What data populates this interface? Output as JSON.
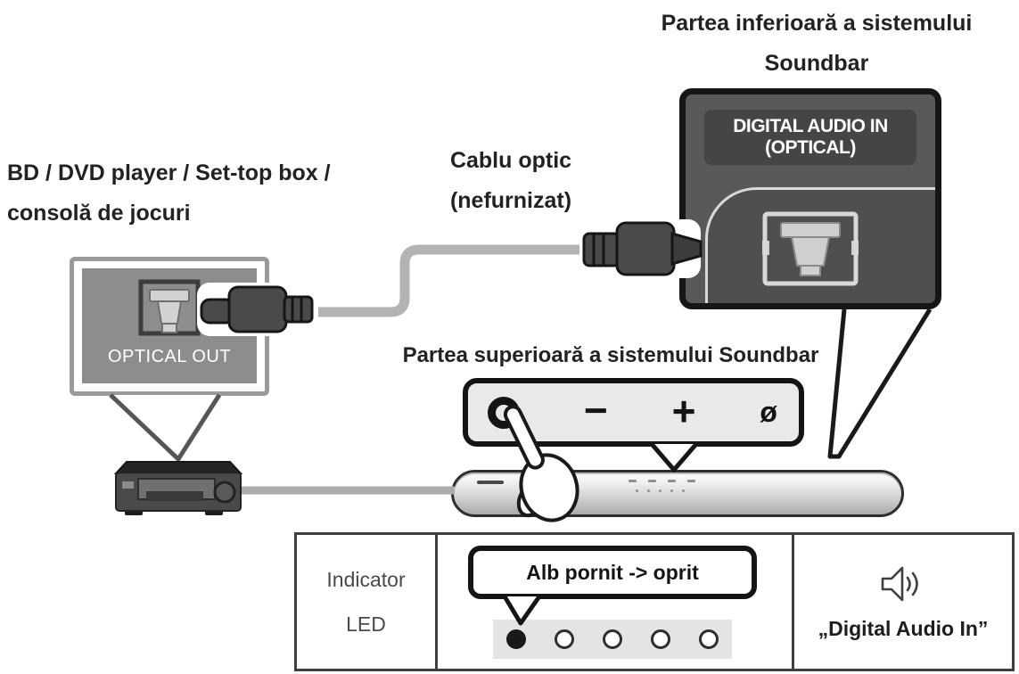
{
  "labels": {
    "soundbar_bottom": {
      "line1": "Partea inferioară a sistemului",
      "line2": "Soundbar"
    },
    "source_device": {
      "line1": "BD / DVD player / Set-top box /",
      "line2": "consolă de jocuri"
    },
    "optical_cable": {
      "line1": "Cablu optic",
      "line2": "(nefurnizat)"
    },
    "soundbar_top": "Partea superioară a sistemului Soundbar"
  },
  "ports": {
    "digital_audio_in": {
      "line1": "DIGITAL AUDIO IN",
      "line2": "(OPTICAL)"
    },
    "optical_out": "OPTICAL OUT"
  },
  "control_panel": {
    "buttons": [
      {
        "id": "multifunction",
        "shape": "ring"
      },
      {
        "id": "volume-minus",
        "glyph": "−"
      },
      {
        "id": "volume-plus",
        "glyph": "+"
      },
      {
        "id": "mic-off",
        "glyph": "ø"
      }
    ]
  },
  "table": {
    "row_header": {
      "line1": "Indicator",
      "line2": "LED"
    },
    "led_callout": "Alb pornit -> oprit",
    "leds": [
      "on",
      "off",
      "off",
      "off",
      "off"
    ],
    "source_mode": "„Digital Audio In”"
  },
  "colors": {
    "panel_dark": "#595959",
    "panel_plate": "#454545",
    "optical_panel": "#8d8d8d",
    "cable": "#b3b3b3",
    "connector": "#4a4a4a",
    "led_on": "#191919",
    "table_border": "#3f3f3f"
  }
}
